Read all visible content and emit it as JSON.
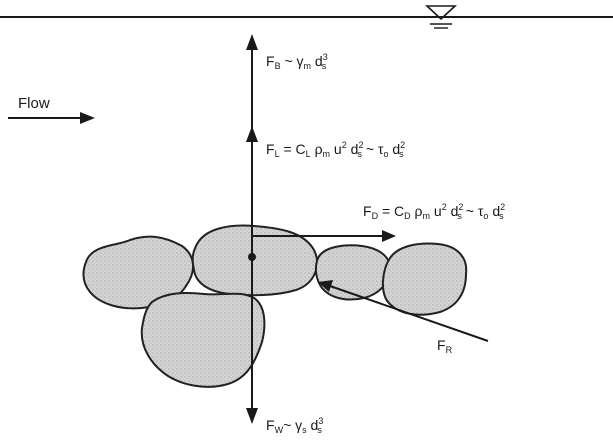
{
  "flow_label": "Flow",
  "forces": {
    "buoyancy": {
      "F": "F",
      "sub": "B",
      "rel": " ~ ",
      "gamma": "γ",
      "gsub": "m",
      "d": " d",
      "ssub": "s",
      "exp": "3"
    },
    "lift": {
      "F": "F",
      "sub": "L",
      "eq": " = ",
      "C": "C",
      "csub": "L",
      "rho": " ρ",
      "rsub": "m",
      "u": " u",
      "uexp": "2",
      "d1": " d",
      "d1sub": "s",
      "d1exp": "2",
      "rel": " ~ ",
      "tau": "τ",
      "tsub": "o",
      "d2": " d",
      "d2sub": "s",
      "d2exp": "2"
    },
    "drag": {
      "F": "F",
      "sub": "D",
      "eq": " = ",
      "C": "C",
      "csub": "D",
      "rho": " ρ",
      "rsub": "m",
      "u": " u",
      "uexp": "2",
      "d1": " d",
      "d1sub": "s",
      "d1exp": "2",
      "rel": " ~ ",
      "tau": "τ",
      "tsub": "o",
      "d2": " d",
      "d2sub": "s",
      "d2exp": "2"
    },
    "resultant": {
      "F": "F",
      "sub": "R"
    },
    "weight": {
      "F": "F",
      "sub": "W",
      "rel": "~ ",
      "gamma": "γ",
      "gsub": "s",
      "d": " d",
      "ssub": "s",
      "exp": "3"
    }
  },
  "colors": {
    "line": "#1a1a1a",
    "stone_fill": "#cfcfcf",
    "stone_stroke": "#222222"
  },
  "icons": {
    "water_surface": "water-surface-triangle-icon"
  }
}
